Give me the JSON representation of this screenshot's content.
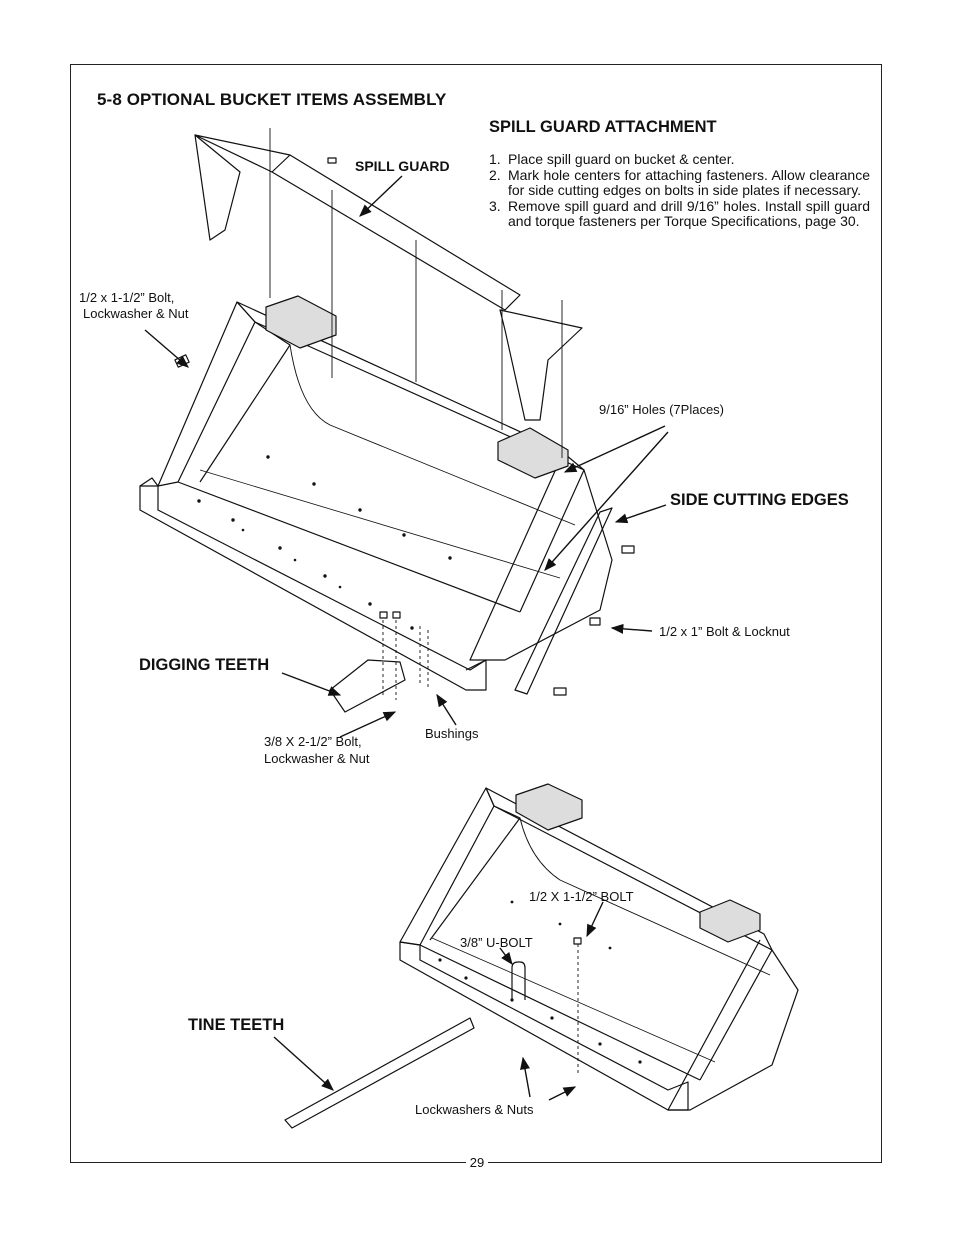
{
  "section_title": "5-8  OPTIONAL BUCKET ITEMS ASSEMBLY",
  "spill_guard": {
    "heading": "SPILL GUARD ATTACHMENT",
    "steps": [
      {
        "num": "1.",
        "text": "Place spill guard on bucket & center."
      },
      {
        "num": "2.",
        "text": "Mark hole centers for attaching fasteners. Allow clearance for side cutting edges on bolts in side plates if necessary."
      },
      {
        "num": "3.",
        "text": "Remove spill guard and drill 9/16” holes. Install spill guard and torque fasteners per Torque Specifications, page 30."
      }
    ]
  },
  "labels": {
    "spill_guard": "SPILL GUARD",
    "bolt_lockwasher_nut_line1": "1/2 x 1-1/2” Bolt,",
    "bolt_lockwasher_nut_line2": "Lockwasher & Nut",
    "holes": "9/16” Holes (7Places)",
    "side_cutting_edges": "SIDE CUTTING EDGES",
    "bolt_locknut": "1/2 x 1” Bolt & Locknut",
    "digging_teeth": "DIGGING TEETH",
    "bolt_38_line1": "3/8 X 2-1/2” Bolt,",
    "bolt_38_line2": "Lockwasher & Nut",
    "bushings": "Bushings",
    "bolt_upper": "1/2 X 1-1/2” BOLT",
    "ubolt": "3/8” U-BOLT",
    "tine_teeth": "TINE TEETH",
    "lockwashers_nuts": "Lockwashers & Nuts"
  },
  "page_number": "29"
}
